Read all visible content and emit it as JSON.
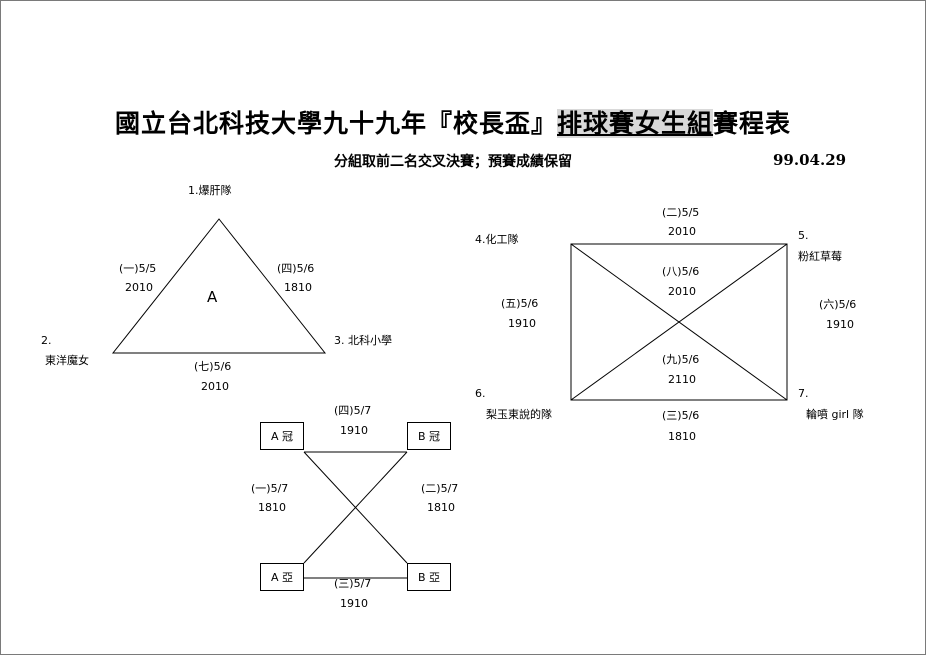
{
  "title": {
    "before": "國立台北科技大學九十九年『校長盃』",
    "highlight": "排球賽女生組",
    "after": "賽程表"
  },
  "subtitle": "分組取前二名交叉決賽；預賽成績保留",
  "date": "99.04.29",
  "group_a": {
    "teams": [
      "1.爆肝隊",
      "2.",
      "東洋魔女",
      "3.  北科小學"
    ],
    "center_label": "A",
    "matches": [
      {
        "id": "(一)5/5",
        "time": "2010"
      },
      {
        "id": "(四)5/6",
        "time": "1810"
      },
      {
        "id": "(七)5/6",
        "time": "2010"
      }
    ]
  },
  "group_b": {
    "teams": [
      "4.化工隊",
      "5.",
      "粉紅草莓",
      "6.",
      "梨玉東說的隊",
      "7.",
      "輪噴 girl 隊"
    ],
    "matches": [
      {
        "id": "(二)5/5",
        "time": "2010"
      },
      {
        "id": "(五)5/6",
        "time": "1910"
      },
      {
        "id": "(六)5/6",
        "time": "1910"
      },
      {
        "id": "(八)5/6",
        "time": "2010"
      },
      {
        "id": "(九)5/6",
        "time": "2110"
      },
      {
        "id": "(三)5/6",
        "time": "1810"
      }
    ]
  },
  "finals": {
    "boxes": [
      "A 冠",
      "B 冠",
      "A 亞",
      "B 亞"
    ],
    "matches": [
      {
        "id": "(四)5/7",
        "time": "1910"
      },
      {
        "id": "(一)5/7",
        "time": "1810"
      },
      {
        "id": "(二)5/7",
        "time": "1810"
      },
      {
        "id": "(三)5/7",
        "time": "1910"
      }
    ]
  }
}
